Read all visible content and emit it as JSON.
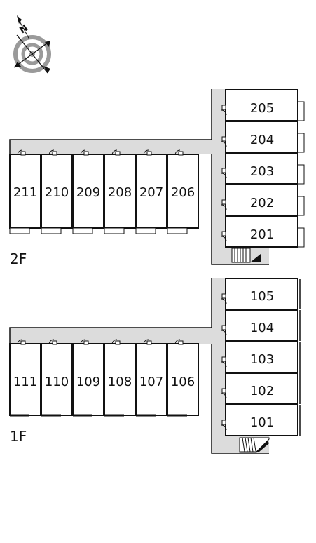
{
  "compass": {
    "icon": "compass-icon",
    "north_label": "N"
  },
  "floors": [
    {
      "label": "2F",
      "left_units": [
        "211",
        "210",
        "209",
        "208",
        "207",
        "206"
      ],
      "right_units": [
        "205",
        "204",
        "203",
        "202",
        "201"
      ]
    },
    {
      "label": "1F",
      "left_units": [
        "111",
        "110",
        "109",
        "108",
        "107",
        "106"
      ],
      "right_units": [
        "105",
        "104",
        "103",
        "102",
        "101"
      ]
    }
  ],
  "colors": {
    "corridor": "#dcdcdc",
    "wall": "#111111",
    "compass_ring": "#9a9a9a"
  }
}
